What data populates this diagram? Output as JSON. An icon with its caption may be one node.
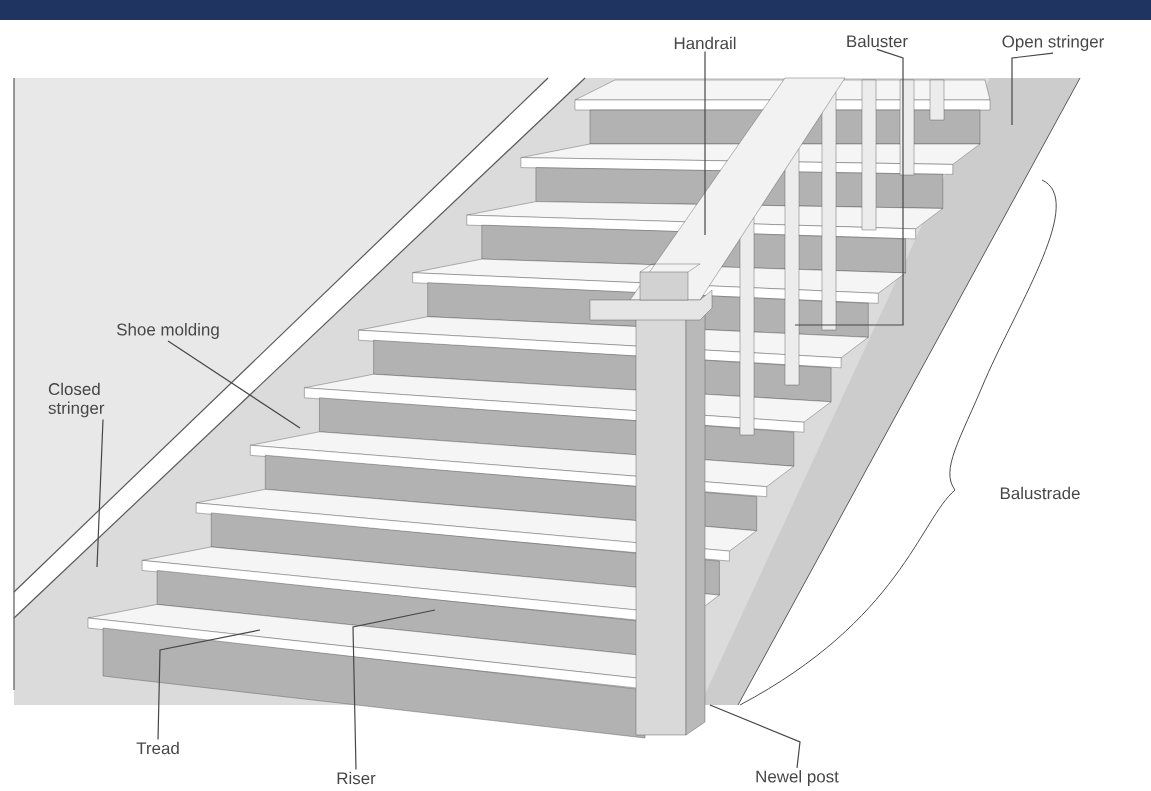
{
  "diagram": {
    "nodes": [
      {
        "text": [
          "Handrail"
        ]
      },
      {
        "text": [
          "Baluster"
        ]
      },
      {
        "text": [
          "Open stringer"
        ]
      },
      {
        "text": [
          "Shoe molding"
        ]
      },
      {
        "text": [
          "Closed stringer"
        ]
      },
      {
        "text": [
          "Tread"
        ]
      },
      {
        "text": [
          "Riser"
        ]
      },
      {
        "text": [
          "Newel post"
        ]
      }
    ],
    "edges": [
      {
        "from": 0,
        "to": null,
        "arrow": "none"
      },
      {
        "from": 1,
        "to": null,
        "arrow": "none"
      },
      {
        "from": 2,
        "to": null,
        "arrow": "none"
      },
      {
        "from": 3,
        "to": null,
        "arrow": "none"
      },
      {
        "from": 4,
        "to": null,
        "arrow": "none"
      },
      {
        "from": 5,
        "to": null,
        "arrow": "none"
      },
      {
        "from": 6,
        "to": null,
        "arrow": "none"
      },
      {
        "from": 7,
        "to": null,
        "arrow": "none"
      }
    ],
    "labels": [
      "Balustrade"
    ]
  }
}
